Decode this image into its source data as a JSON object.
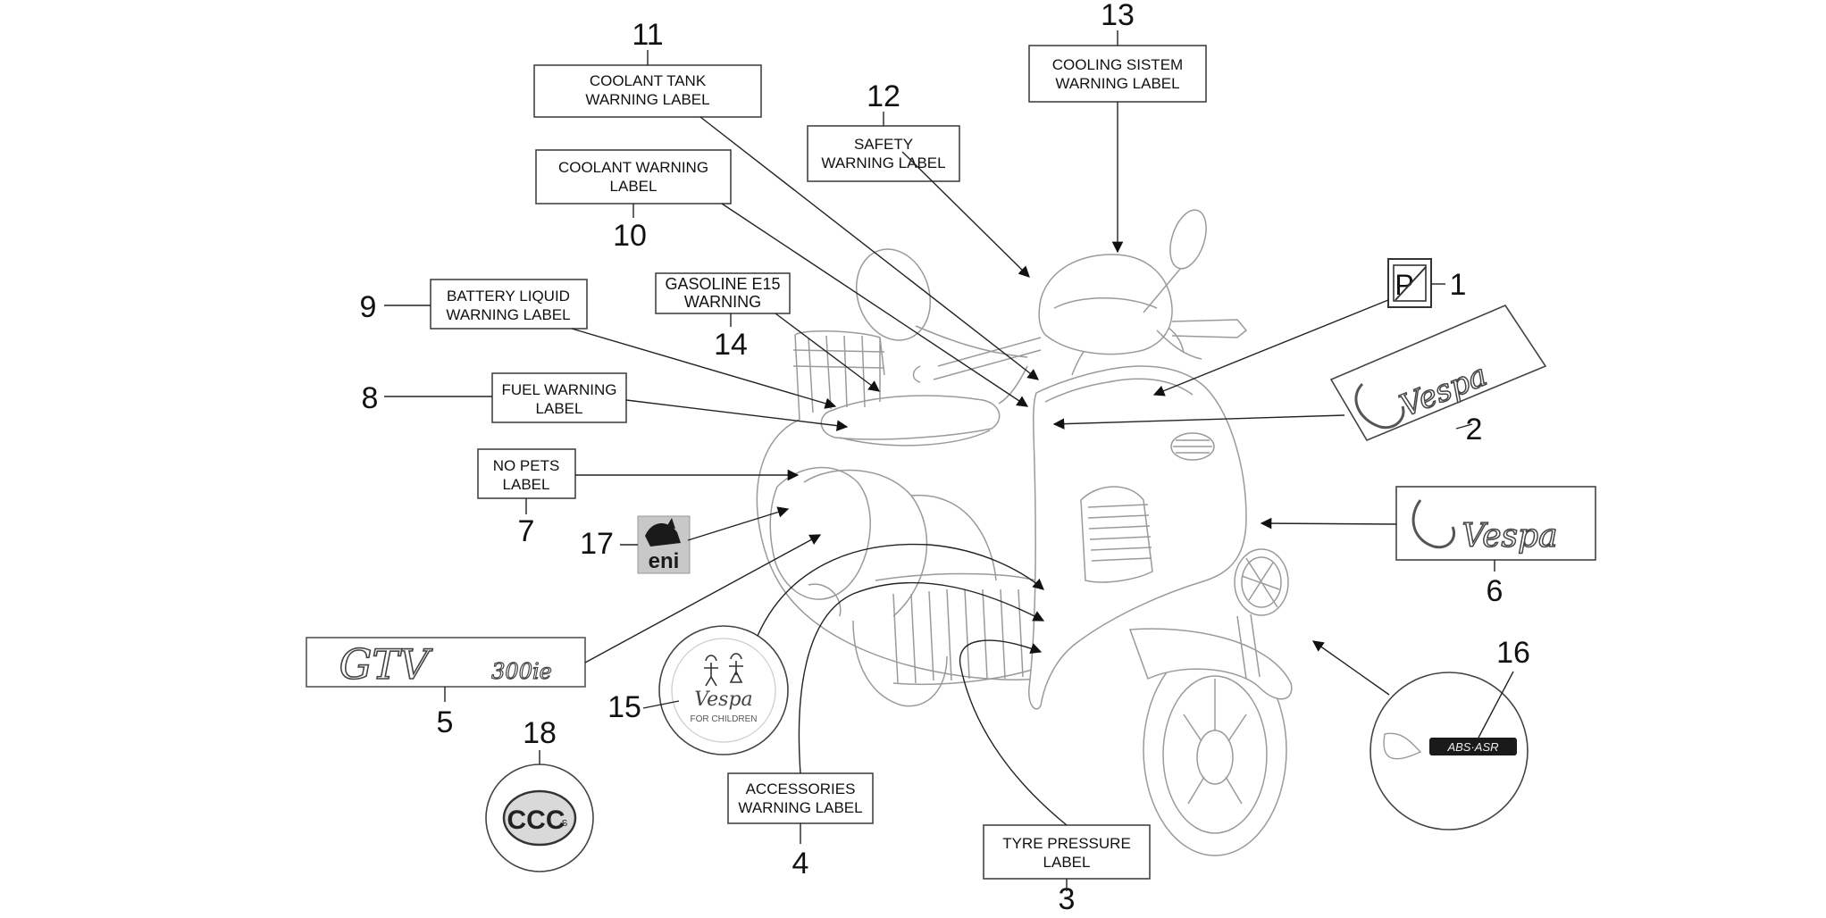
{
  "callouts": [
    {
      "number": "1",
      "lines": []
    },
    {
      "number": "2",
      "lines": []
    },
    {
      "number": "3",
      "lines": [
        "TYRE PRESSURE",
        "LABEL"
      ]
    },
    {
      "number": "4",
      "lines": [
        "ACCESSORIES",
        "WARNING LABEL"
      ]
    },
    {
      "number": "5",
      "lines": []
    },
    {
      "number": "6",
      "lines": []
    },
    {
      "number": "7",
      "lines": [
        "NO PETS",
        "LABEL"
      ]
    },
    {
      "number": "8",
      "lines": [
        "FUEL WARNING",
        "LABEL"
      ]
    },
    {
      "number": "9",
      "lines": [
        "BATTERY LIQUID",
        "WARNING LABEL"
      ]
    },
    {
      "number": "10",
      "lines": [
        "COOLANT WARNING",
        "LABEL"
      ]
    },
    {
      "number": "11",
      "lines": [
        "COOLANT TANK",
        "WARNING LABEL"
      ]
    },
    {
      "number": "12",
      "lines": [
        "SAFETY",
        "WARNING LABEL"
      ]
    },
    {
      "number": "13",
      "lines": [
        "COOLING SISTEM",
        "WARNING LABEL"
      ]
    },
    {
      "number": "14",
      "lines": [
        "GASOLINE E15",
        "WARNING"
      ]
    },
    {
      "number": "15",
      "lines": []
    },
    {
      "number": "16",
      "lines": []
    },
    {
      "number": "17",
      "lines": []
    },
    {
      "number": "18",
      "lines": []
    }
  ],
  "decals": {
    "vespa_script": "Vespa",
    "gtv_badge": "GTV",
    "gtv_model": "300ie",
    "eni_text": "eni",
    "abs_badge": "ABS·ASR",
    "children_brand": "Vespa",
    "children_text": "FOR CHILDREN",
    "ccc_text": "CCC",
    "ccc_sub": "S",
    "p_badge": "P"
  },
  "colors": {
    "line": "#222222",
    "part": "#9a9a9a",
    "box_border": "#444444",
    "badge_dark": "#1a1a1a"
  }
}
